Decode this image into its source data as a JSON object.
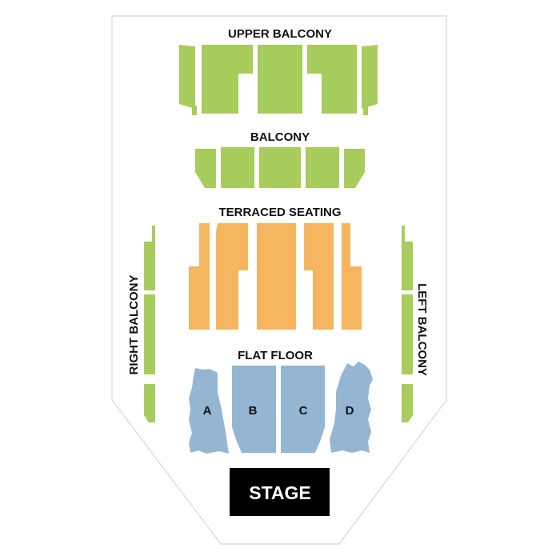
{
  "colors": {
    "balcony": "#a8cc5c",
    "terraced": "#f6b55f",
    "floor": "#94b6d2",
    "stage": "#000000",
    "outline": "#d8d8d8"
  },
  "labels": {
    "upper_balcony": "UPPER BALCONY",
    "balcony": "BALCONY",
    "terraced_seating": "TERRACED SEATING",
    "flat_floor": "FLAT FLOOR",
    "right_balcony": "RIGHT BALCONY",
    "left_balcony": "LEFT BALCONY",
    "stage": "STAGE"
  },
  "floor_sections": {
    "a": "A",
    "b": "B",
    "c": "C",
    "d": "D"
  }
}
